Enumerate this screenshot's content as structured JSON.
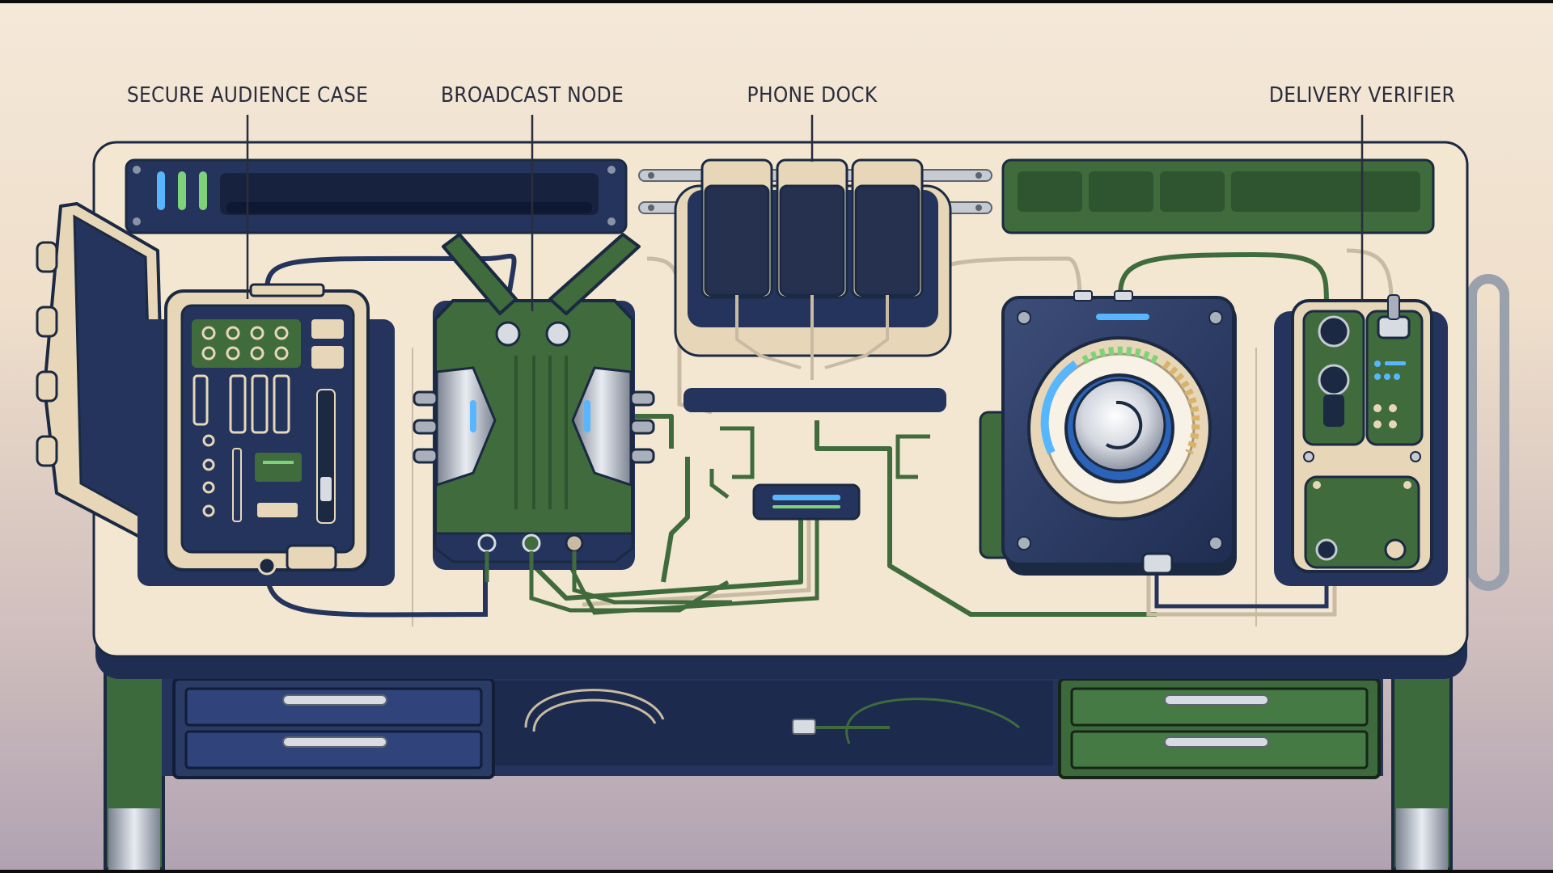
{
  "labels": {
    "secure_audience_case": "SECURE AUDIENCE CASE",
    "broadcast_node": "BROADCAST NODE",
    "phone_dock": "PHONE DOCK",
    "delivery_verifier": "DELIVERY VERIFIER"
  },
  "colors": {
    "navy": "#1f2d52",
    "green": "#3f6b3d",
    "cream": "#f3e7d2",
    "glow_blue": "#58b6ff",
    "glow_green": "#7ed37a"
  },
  "icons": [
    "hard-case-icon",
    "router-antenna-icon",
    "phone-icon",
    "dial-knob-icon",
    "connector-icon"
  ]
}
